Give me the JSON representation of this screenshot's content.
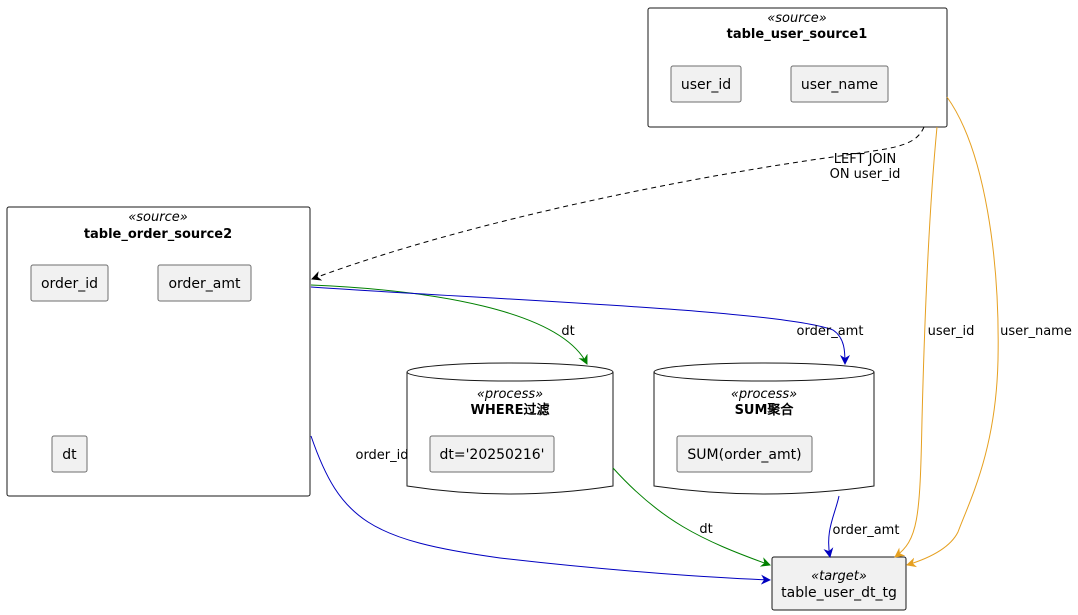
{
  "nodes": {
    "source1": {
      "stereotype": "«source»",
      "title": "table_user_source1",
      "fields": [
        "user_id",
        "user_name"
      ]
    },
    "source2": {
      "stereotype": "«source»",
      "title": "table_order_source2",
      "fields": [
        "order_id",
        "order_amt",
        "dt"
      ]
    },
    "where": {
      "stereotype": "«process»",
      "title": "WHERE过滤",
      "fields": [
        "dt='20250216'"
      ]
    },
    "sum": {
      "stereotype": "«process»",
      "title": "SUM聚合",
      "fields": [
        "SUM(order_amt)"
      ]
    },
    "target": {
      "stereotype": "«target»",
      "title": "table_user_dt_tg"
    }
  },
  "edges": {
    "join": {
      "label_line1": "LEFT JOIN",
      "label_line2": "ON user_id",
      "color": "#000000"
    },
    "dt_to_where": {
      "label": "dt",
      "color": "#008000"
    },
    "amt_to_sum": {
      "label": "order_amt",
      "color": "#0000c0"
    },
    "orderid_to_target": {
      "label": "order_id",
      "color": "#0000c0"
    },
    "where_to_target": {
      "label": "dt",
      "color": "#008000"
    },
    "sum_to_target": {
      "label": "order_amt",
      "color": "#0000c0"
    },
    "userid_to_target": {
      "label": "user_id",
      "color": "#e6a020"
    },
    "username_to_target": {
      "label": "user_name",
      "color": "#e6a020"
    }
  },
  "colors": {
    "field_fill": "#f1f1f1",
    "border": "#181818",
    "field_border": "#6e6e6e"
  }
}
